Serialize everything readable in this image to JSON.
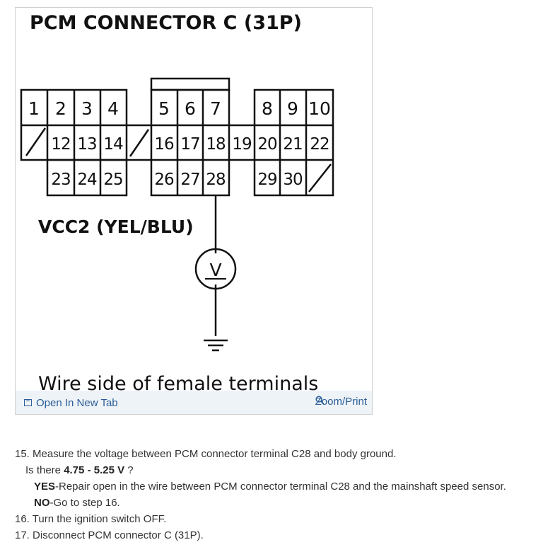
{
  "figure": {
    "title": "PCM CONNECTOR C (31P)",
    "pins": {
      "row1_left": [
        "1",
        "2",
        "3",
        "4"
      ],
      "row1_mid": [
        "5",
        "6",
        "7"
      ],
      "row1_right": [
        "8",
        "9",
        "10"
      ],
      "row2": [
        "12",
        "13",
        "14",
        "16",
        "17",
        "18",
        "19",
        "20",
        "21",
        "22"
      ],
      "row3_left": [
        "23",
        "24",
        "25"
      ],
      "row3_mid": [
        "26",
        "27",
        "28"
      ],
      "row3_right": [
        "29",
        "30"
      ]
    },
    "wire_label": "VCC2 (YEL/BLU)",
    "meter_symbol": "V",
    "caption": "Wire side of female terminals",
    "open_tab_label": "Open In New Tab",
    "zoom_label": "Zoom/Print",
    "icons": {
      "open_tab": "new-tab-icon",
      "zoom": "magnifier-icon"
    },
    "link_color": "#2a5d95"
  },
  "steps": {
    "s15_num": "15.",
    "s15_text": "Measure the voltage between PCM connector terminal C28 and body ground.",
    "s15_q_pre": "Is there ",
    "s15_q_value": "4.75 - 5.25 V",
    "s15_q_post": " ?",
    "yes_label": "YES",
    "yes_text": "-Repair open in the wire between PCM connector terminal C28 and the mainshaft speed sensor.",
    "no_label": "NO",
    "no_text": "-Go to step 16.",
    "s16_num": "16.",
    "s16_text": "Turn the ignition switch OFF.",
    "s17_num": "17.",
    "s17_text": "Disconnect PCM connector C (31P)."
  }
}
